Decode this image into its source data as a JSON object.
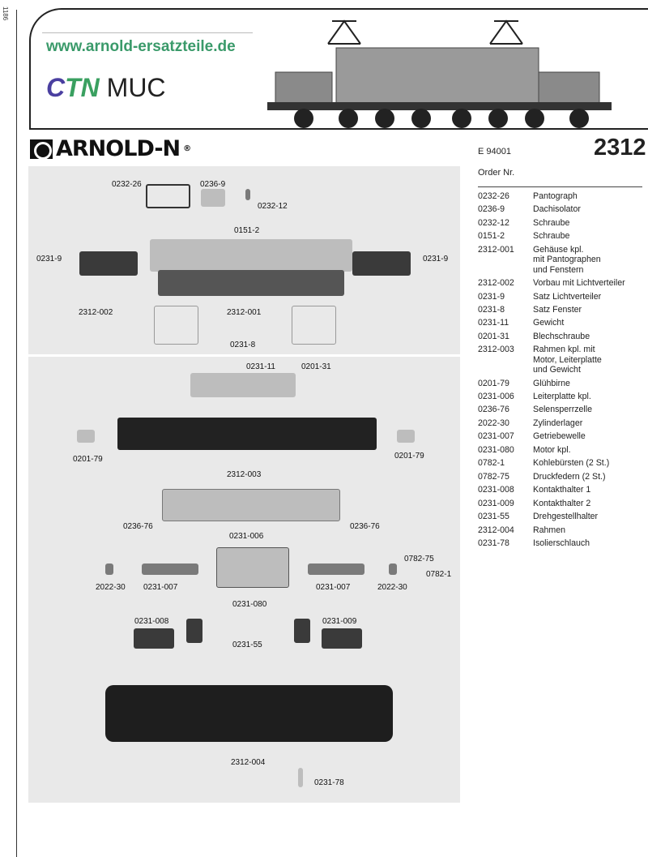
{
  "page_number": "1186",
  "header": {
    "url": "www.arnold-ersatzteile.de",
    "brand_ctn_c": "C",
    "brand_ctn_tn": "TN",
    "brand_muc": "MUC"
  },
  "logo": "ARNOLD-N",
  "logo_reg": "®",
  "article_no": "E 94001",
  "model_no": "2312",
  "order_label": "Order Nr.",
  "parts": [
    {
      "no": "0232-26",
      "desc": "Pantograph"
    },
    {
      "no": "0236-9",
      "desc": "Dachisolator"
    },
    {
      "no": "0232-12",
      "desc": "Schraube"
    },
    {
      "no": "0151-2",
      "desc": "Schraube"
    },
    {
      "no": "2312-001",
      "desc": "Gehäuse kpl.\nmit Pantographen\nund Fenstern"
    },
    {
      "no": "2312-002",
      "desc": "Vorbau mit Lichtverteiler"
    },
    {
      "no": "0231-9",
      "desc": "Satz Lichtverteiler"
    },
    {
      "no": "0231-8",
      "desc": "Satz Fenster"
    },
    {
      "no": "0231-11",
      "desc": "Gewicht"
    },
    {
      "no": "0201-31",
      "desc": "Blechschraube"
    },
    {
      "no": "2312-003",
      "desc": "Rahmen kpl. mit\nMotor, Leiterplatte\nund Gewicht"
    },
    {
      "no": "0201-79",
      "desc": "Glühbirne"
    },
    {
      "no": "0231-006",
      "desc": "Leiterplatte kpl."
    },
    {
      "no": "0236-76",
      "desc": "Selensperrzelle"
    },
    {
      "no": "2022-30",
      "desc": "Zylinderlager"
    },
    {
      "no": "0231-007",
      "desc": "Getriebewelle"
    },
    {
      "no": "0231-080",
      "desc": "Motor kpl."
    },
    {
      "no": "0782-1",
      "desc": "Kohlebürsten (2 St.)"
    },
    {
      "no": "0782-75",
      "desc": "Druckfedern (2 St.)"
    },
    {
      "no": "0231-008",
      "desc": "Kontakthalter 1"
    },
    {
      "no": "0231-009",
      "desc": "Kontakthalter 2"
    },
    {
      "no": "0231-55",
      "desc": "Drehgestellhalter"
    },
    {
      "no": "2312-004",
      "desc": "Rahmen"
    },
    {
      "no": "0231-78",
      "desc": "Isolierschlauch"
    }
  ],
  "diagram_labels": [
    "0232-26",
    "0236-9",
    "0232-12",
    "0151-2",
    "0231-9",
    "0231-9",
    "2312-002",
    "2312-001",
    "0231-8",
    "0231-11",
    "0201-31",
    "0201-79",
    "0201-79",
    "2312-003",
    "0236-76",
    "0231-006",
    "0236-76",
    "0782-75",
    "0782-1",
    "2022-30",
    "0231-007",
    "0231-007",
    "2022-30",
    "0231-080",
    "0231-008",
    "0231-009",
    "0231-55",
    "2312-004",
    "0231-78"
  ]
}
